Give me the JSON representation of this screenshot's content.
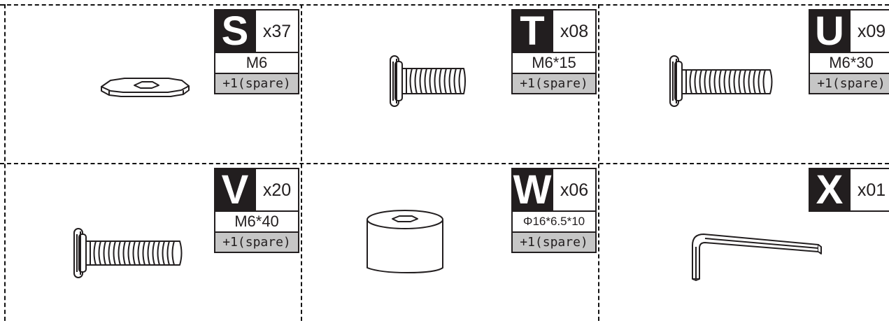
{
  "parts": [
    {
      "letter": "S",
      "qty": "x37",
      "size": "M6",
      "spare": "+1(spare)",
      "icon": "washer-icon"
    },
    {
      "letter": "T",
      "qty": "x08",
      "size": "M6*15",
      "spare": "+1(spare)",
      "icon": "short-bolt-icon"
    },
    {
      "letter": "U",
      "qty": "x09",
      "size": "M6*30",
      "spare": "+1(spare)",
      "icon": "medium-bolt-icon"
    },
    {
      "letter": "V",
      "qty": "x20",
      "size": "M6*40",
      "spare": "+1(spare)",
      "icon": "long-bolt-icon"
    },
    {
      "letter": "W",
      "qty": "x06",
      "size": "Φ16*6.5*10",
      "spare": "+1(spare)",
      "icon": "spacer-icon"
    },
    {
      "letter": "X",
      "qty": "x01",
      "size": "",
      "spare": "",
      "icon": "allen-key-icon"
    }
  ],
  "colors": {
    "ink": "#221e1f",
    "spare_fill": "#c6c6c6",
    "grid": "#111111"
  }
}
